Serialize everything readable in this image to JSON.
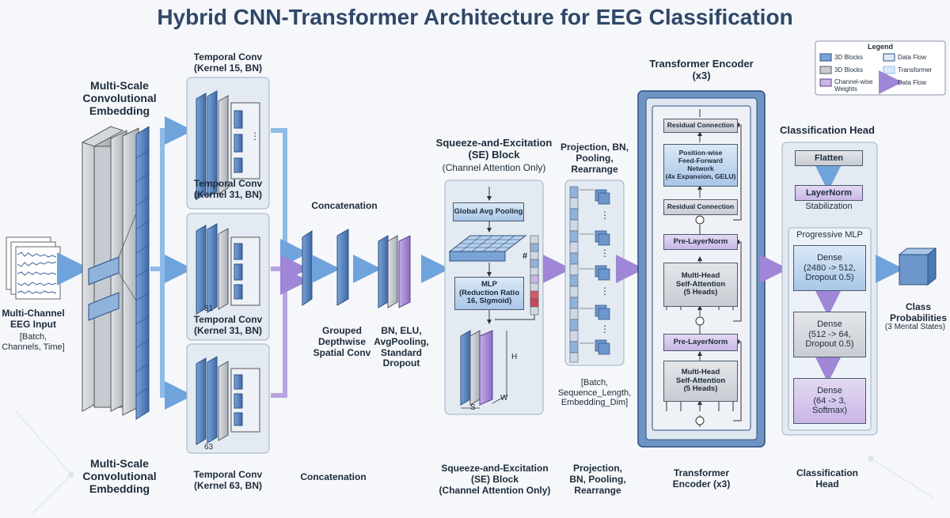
{
  "title": "Hybrid CNN-Transformer Architecture for EEG Classification",
  "legend": {
    "title": "Legend",
    "items": [
      "3D Blocks",
      "3D Blocks",
      "Channel-wise Weights",
      "Data Flow",
      "Transformer",
      "Data Flow"
    ]
  },
  "input": {
    "label": "Multi-Channel EEG Input",
    "shape": "[Batch,\nChannels, Time]"
  },
  "embedding": {
    "label_top": "Multi-Scale\nConvolutional\nEmbedding",
    "label_bottom": "Multi-Scale\nConvolutional\nEmbedding"
  },
  "temporal": {
    "k15": "Temporal Conv\n(Kernel 15, BN)",
    "k31": "Temporal Conv\n(Kernel 31, BN)",
    "k31b": "Temporal Conv\n(Kernel 31, BN)",
    "k63": "Temporal Conv\n(Kernel 63, BN)",
    "dim31": "31",
    "dim63": "63"
  },
  "concat": {
    "top": "Concatenation",
    "bottom": "Concatenation"
  },
  "grouped": "Grouped\nDepthwise\nSpatial Conv",
  "bn": "BN, ELU,\nAvgPooling,\nStandard\nDropout",
  "se": {
    "title": "Squeeze-and-Excitation\n(SE) Block",
    "subtitle": "(Channel Attention Only)",
    "pooling": "Global Avg Pooling",
    "mlp": "MLP\n(Reduction Ratio\n16, Sigmoid)",
    "hash": "#",
    "dim_h": "H",
    "dim_w": "W",
    "dim_s": "S",
    "bottom": "Squeeze-and-Excitation\n(SE) Block\n(Channel Attention Only)"
  },
  "projection": {
    "title": "Projection, BN,\nPooling,\nRearrange",
    "shape": "[Batch,\nSequence_Length,\nEmbedding_Dim]",
    "bottom": "Projection,\nBN, Pooling,\nRearrange"
  },
  "transformer": {
    "title": "Transformer Encoder\n(x3)",
    "residual_top": "Residual Connection",
    "ffn": "Position-wise\nFeed-Forward\nNetwork\n(4x Expansion, GELU)",
    "residual_mid": "Residual Connection",
    "prenorm1": "Pre-LayerNorm",
    "mha1": "Multi-Head\nSelf-Attention\n(5 Heads)",
    "prenorm2": "Pre-LayerNorm",
    "mha2": "Multi-Head\nSelf-Attention\n(5 Heads)",
    "bottom": "Transformer\nEncoder (x3)"
  },
  "head": {
    "title": "Classification Head",
    "flatten": "Flatten",
    "layernorm": "LayerNorm",
    "stabilization": "Stabilization",
    "mlp_title": "Progressive MLP",
    "dense1": "Dense\n(2480 -> 512,\nDropout 0.5)",
    "dense2": "Dense\n(512 -> 64,\nDropout 0.5)",
    "dense3": "Dense\n(64 -> 3,\nSoftmax)",
    "bottom": "Classification\nHead"
  },
  "output": {
    "label": "Class\nProbabilities",
    "sub": "(3 Mental States)"
  },
  "colors": {
    "blue": "#5b86bd",
    "purple": "#9a7cc9",
    "gray": "#b8bcc4",
    "navy": "#2f4768",
    "flow_blue": "#8fbbe6",
    "flow_purple": "#b9a3e0"
  }
}
